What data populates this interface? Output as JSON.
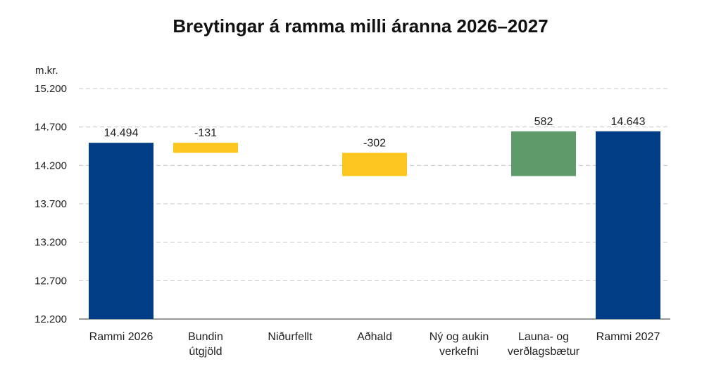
{
  "chart_data": {
    "type": "bar",
    "subtype": "waterfall",
    "title": "Breytingar á ramma milli áranna 2026–2027",
    "ylabel": "m.kr.",
    "ylim": [
      12200,
      15200
    ],
    "yticks": [
      12200,
      12700,
      13200,
      13700,
      14200,
      14700,
      15200
    ],
    "ytick_labels": [
      "12.200",
      "12.700",
      "13.200",
      "13.700",
      "14.200",
      "14.700",
      "15.200"
    ],
    "grid": true,
    "categories": [
      [
        "Rammi 2026"
      ],
      [
        "Bundin",
        "útgjöld"
      ],
      [
        "Niðurfellt"
      ],
      [
        "Aðhald"
      ],
      [
        "Ný og aukin",
        "verkefni"
      ],
      [
        "Launa- og",
        "verðlagsbætur"
      ],
      [
        "Rammi 2027"
      ]
    ],
    "bars": [
      {
        "kind": "total",
        "base": 12200,
        "top": 14494,
        "label": "14.494"
      },
      {
        "kind": "decrease",
        "base": 14363,
        "top": 14494,
        "label": "-131"
      },
      {
        "kind": "none",
        "base": null,
        "top": null,
        "label": ""
      },
      {
        "kind": "decrease",
        "base": 14061,
        "top": 14363,
        "label": "-302"
      },
      {
        "kind": "none",
        "base": null,
        "top": null,
        "label": ""
      },
      {
        "kind": "increase",
        "base": 14061,
        "top": 14643,
        "label": "582"
      },
      {
        "kind": "total",
        "base": 12200,
        "top": 14643,
        "label": "14.643"
      }
    ],
    "colors": {
      "total": "#003d85",
      "decrease": "#fdc61e",
      "increase": "#5f9a6b",
      "grid": "#c8c8c8",
      "axis": "#333333"
    }
  }
}
